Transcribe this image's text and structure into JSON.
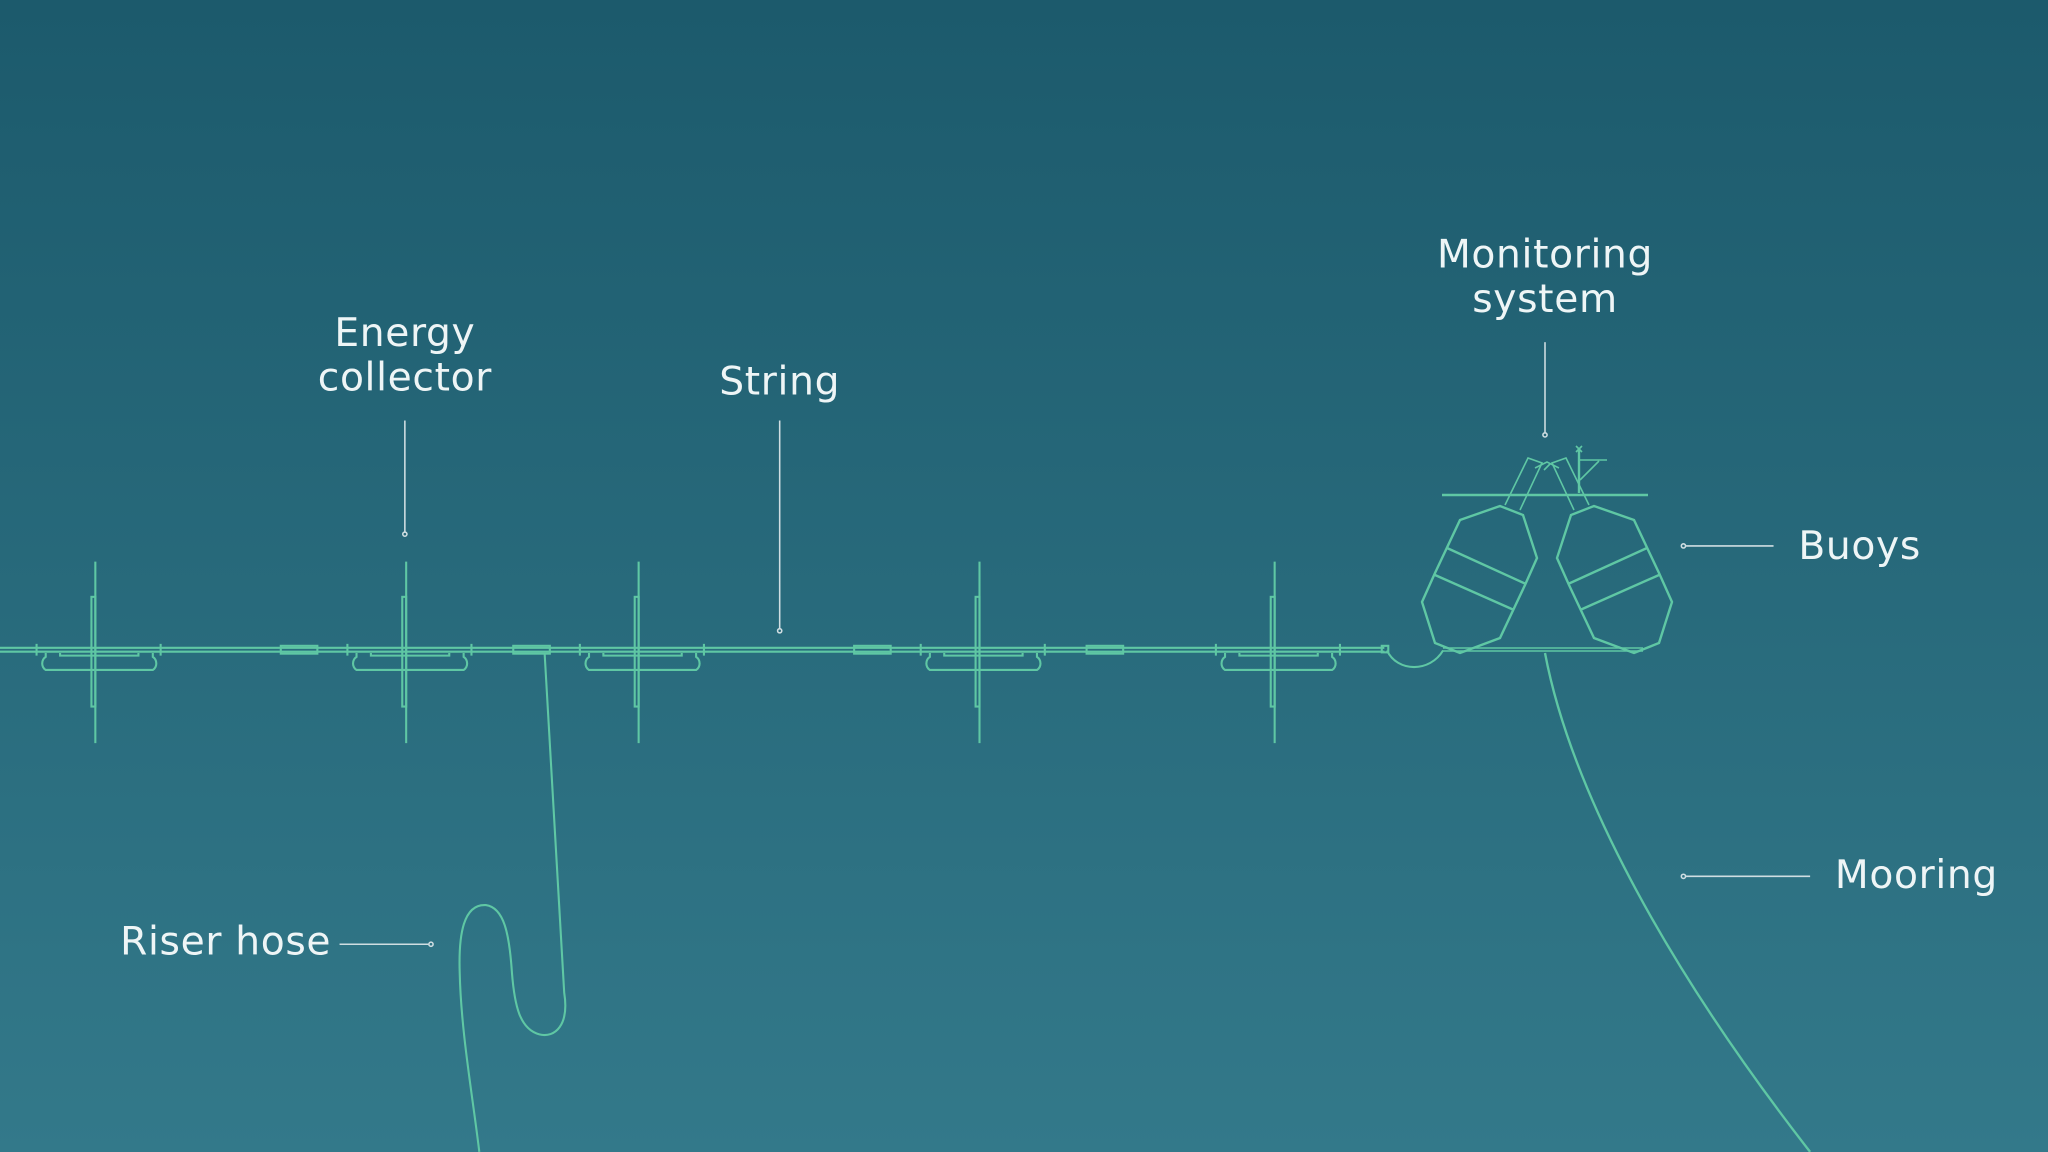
{
  "labels": {
    "energy_collector": [
      "Energy",
      "collector"
    ],
    "string": "String",
    "monitoring_system": [
      "Monitoring",
      "system"
    ],
    "buoys": "Buoys",
    "mooring": "Mooring",
    "riser_hose": "Riser hose"
  },
  "colors": {
    "sky_top": "#1c5a6c",
    "sky_bottom": "#33798a",
    "water_top": "#0f475b",
    "water_bottom": "#042538",
    "equipment": "#5fc7a4",
    "label": "#eef5f6"
  }
}
